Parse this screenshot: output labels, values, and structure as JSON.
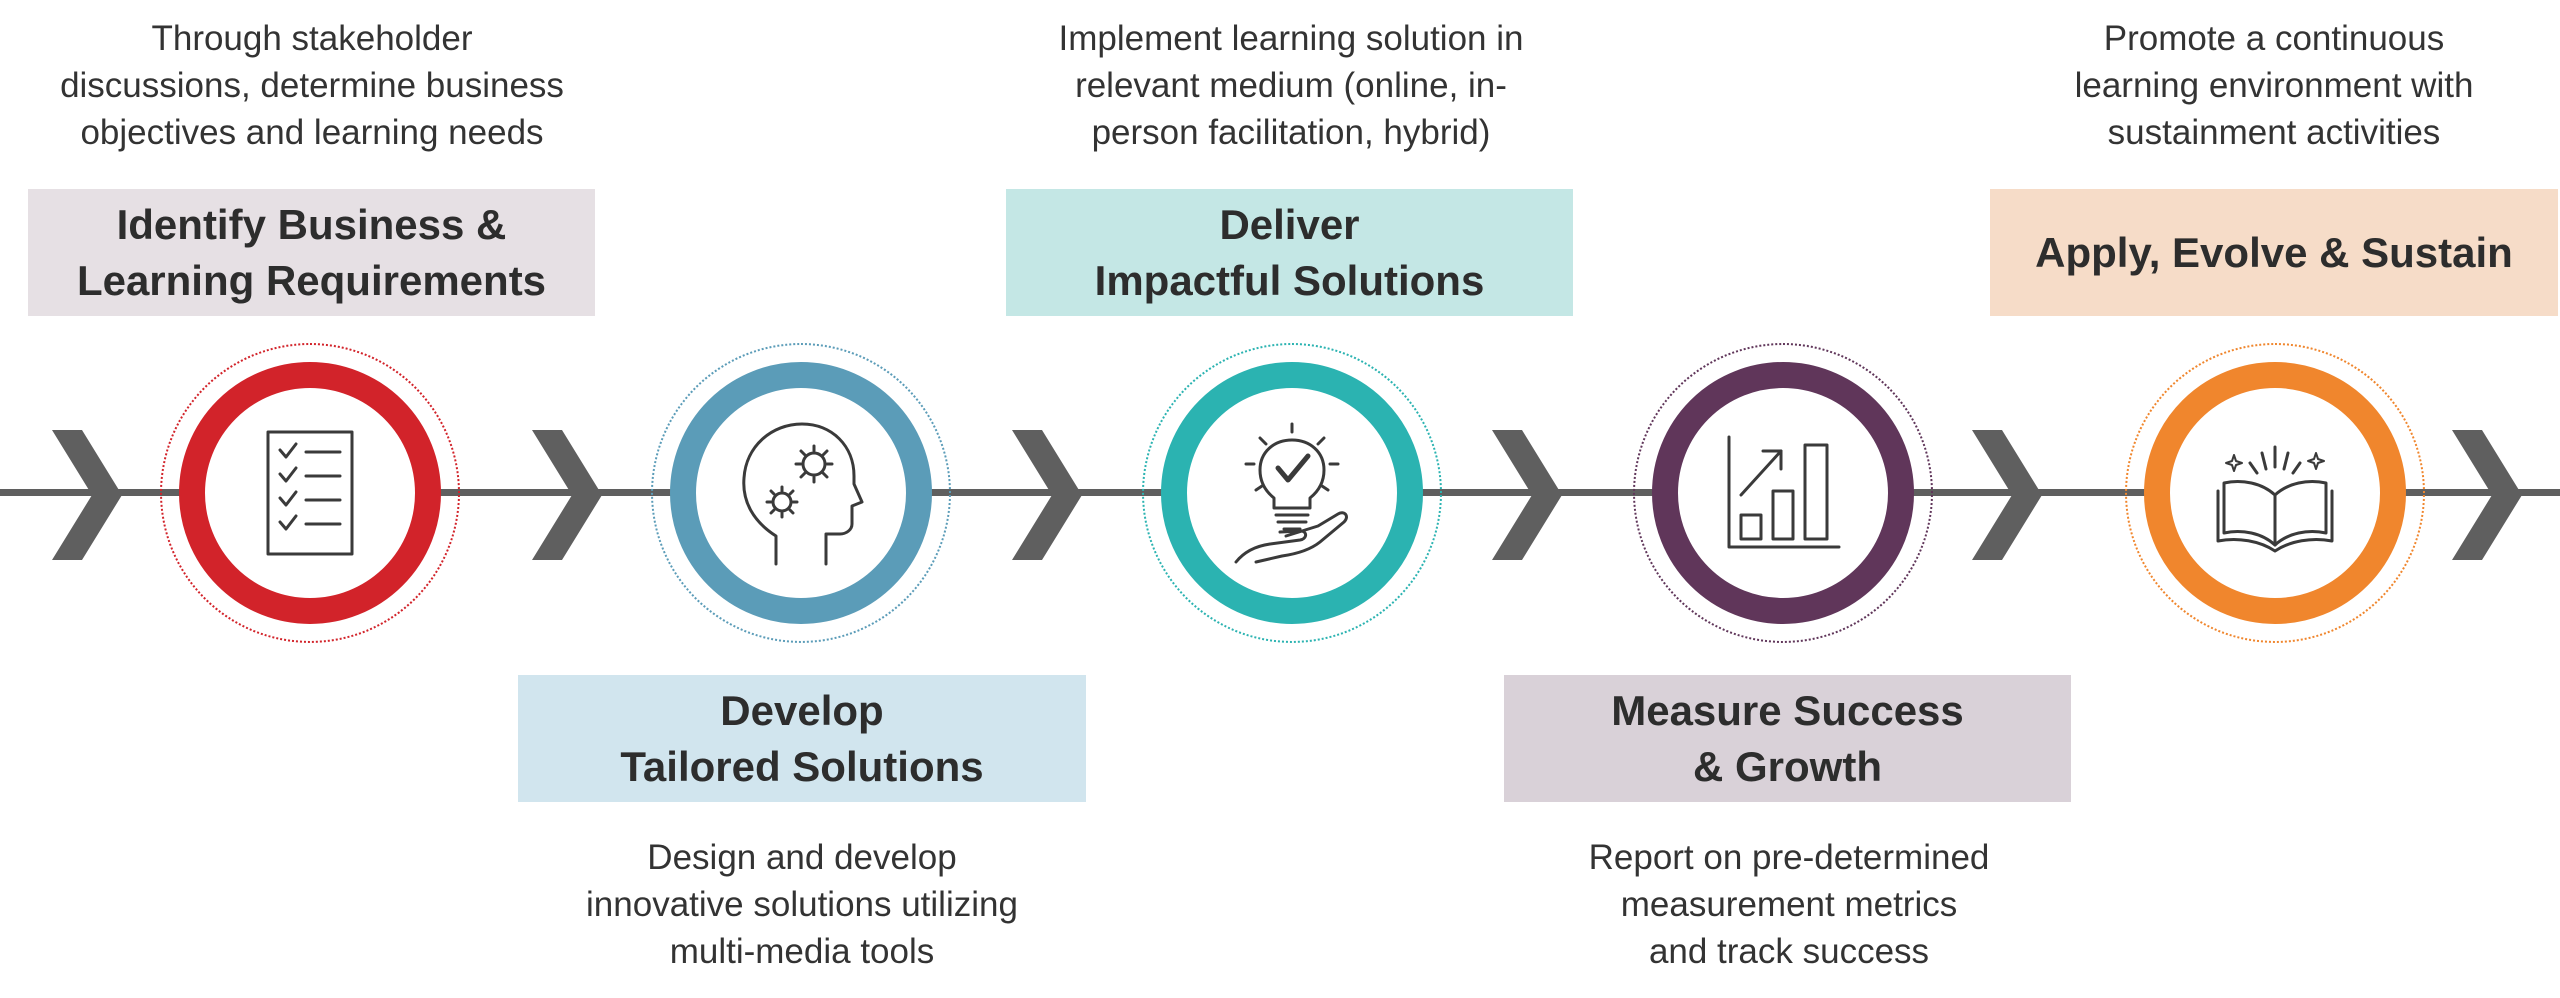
{
  "steps": [
    {
      "title": "Identify Business &\nLearning Requirements",
      "description": "Through stakeholder\ndiscussions, determine business\nobjectives and learning needs",
      "color": "#d2232a",
      "box_color": "#e6e0e4",
      "icon": "checklist-icon"
    },
    {
      "title": "Develop\nTailored Solutions",
      "description": "Design and develop\ninnovative solutions utilizing\nmulti-media tools",
      "color": "#5b9cb8",
      "box_color": "#d1e5ee",
      "icon": "head-gears-icon"
    },
    {
      "title": "Deliver\nImpactful Solutions",
      "description": "Implement learning solution in\nrelevant medium (online, in-\nperson facilitation, hybrid)",
      "color": "#2bb3b1",
      "box_color": "#c4e7e5",
      "icon": "lightbulb-hand-icon"
    },
    {
      "title": "Measure Success\n& Growth",
      "description": "Report on pre-determined\nmeasurement metrics\nand track success",
      "color": "#60365a",
      "box_color": "#d9d1d8",
      "icon": "bar-chart-icon"
    },
    {
      "title": "Apply, Evolve & Sustain",
      "description": "Promote a continuous\nlearning environment with\nsustainment activities",
      "color": "#f0862d",
      "box_color": "#f6dcc8",
      "icon": "open-book-icon"
    }
  ],
  "timeline": {
    "line_color": "#5f5f5f",
    "chevron_color": "#5f5f5f"
  }
}
